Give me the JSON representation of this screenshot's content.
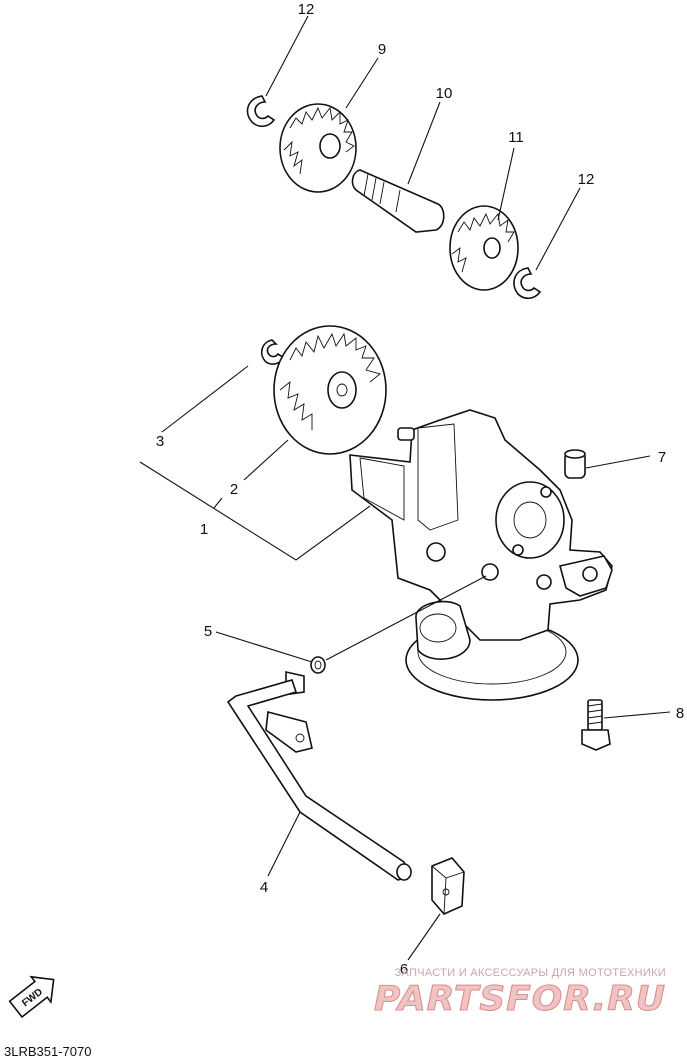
{
  "diagram": {
    "code": "3LRB351-7070",
    "labels": [
      "1",
      "2",
      "3",
      "4",
      "5",
      "6",
      "7",
      "8",
      "9",
      "10",
      "11",
      "12"
    ],
    "fwd": "FWD",
    "watermark": {
      "tagline": "ЗАПЧАСТИ И АКСЕССУАРЫ ДЛЯ МОТОТЕХНИКИ",
      "brand": "PARTSFOR.RU"
    }
  }
}
